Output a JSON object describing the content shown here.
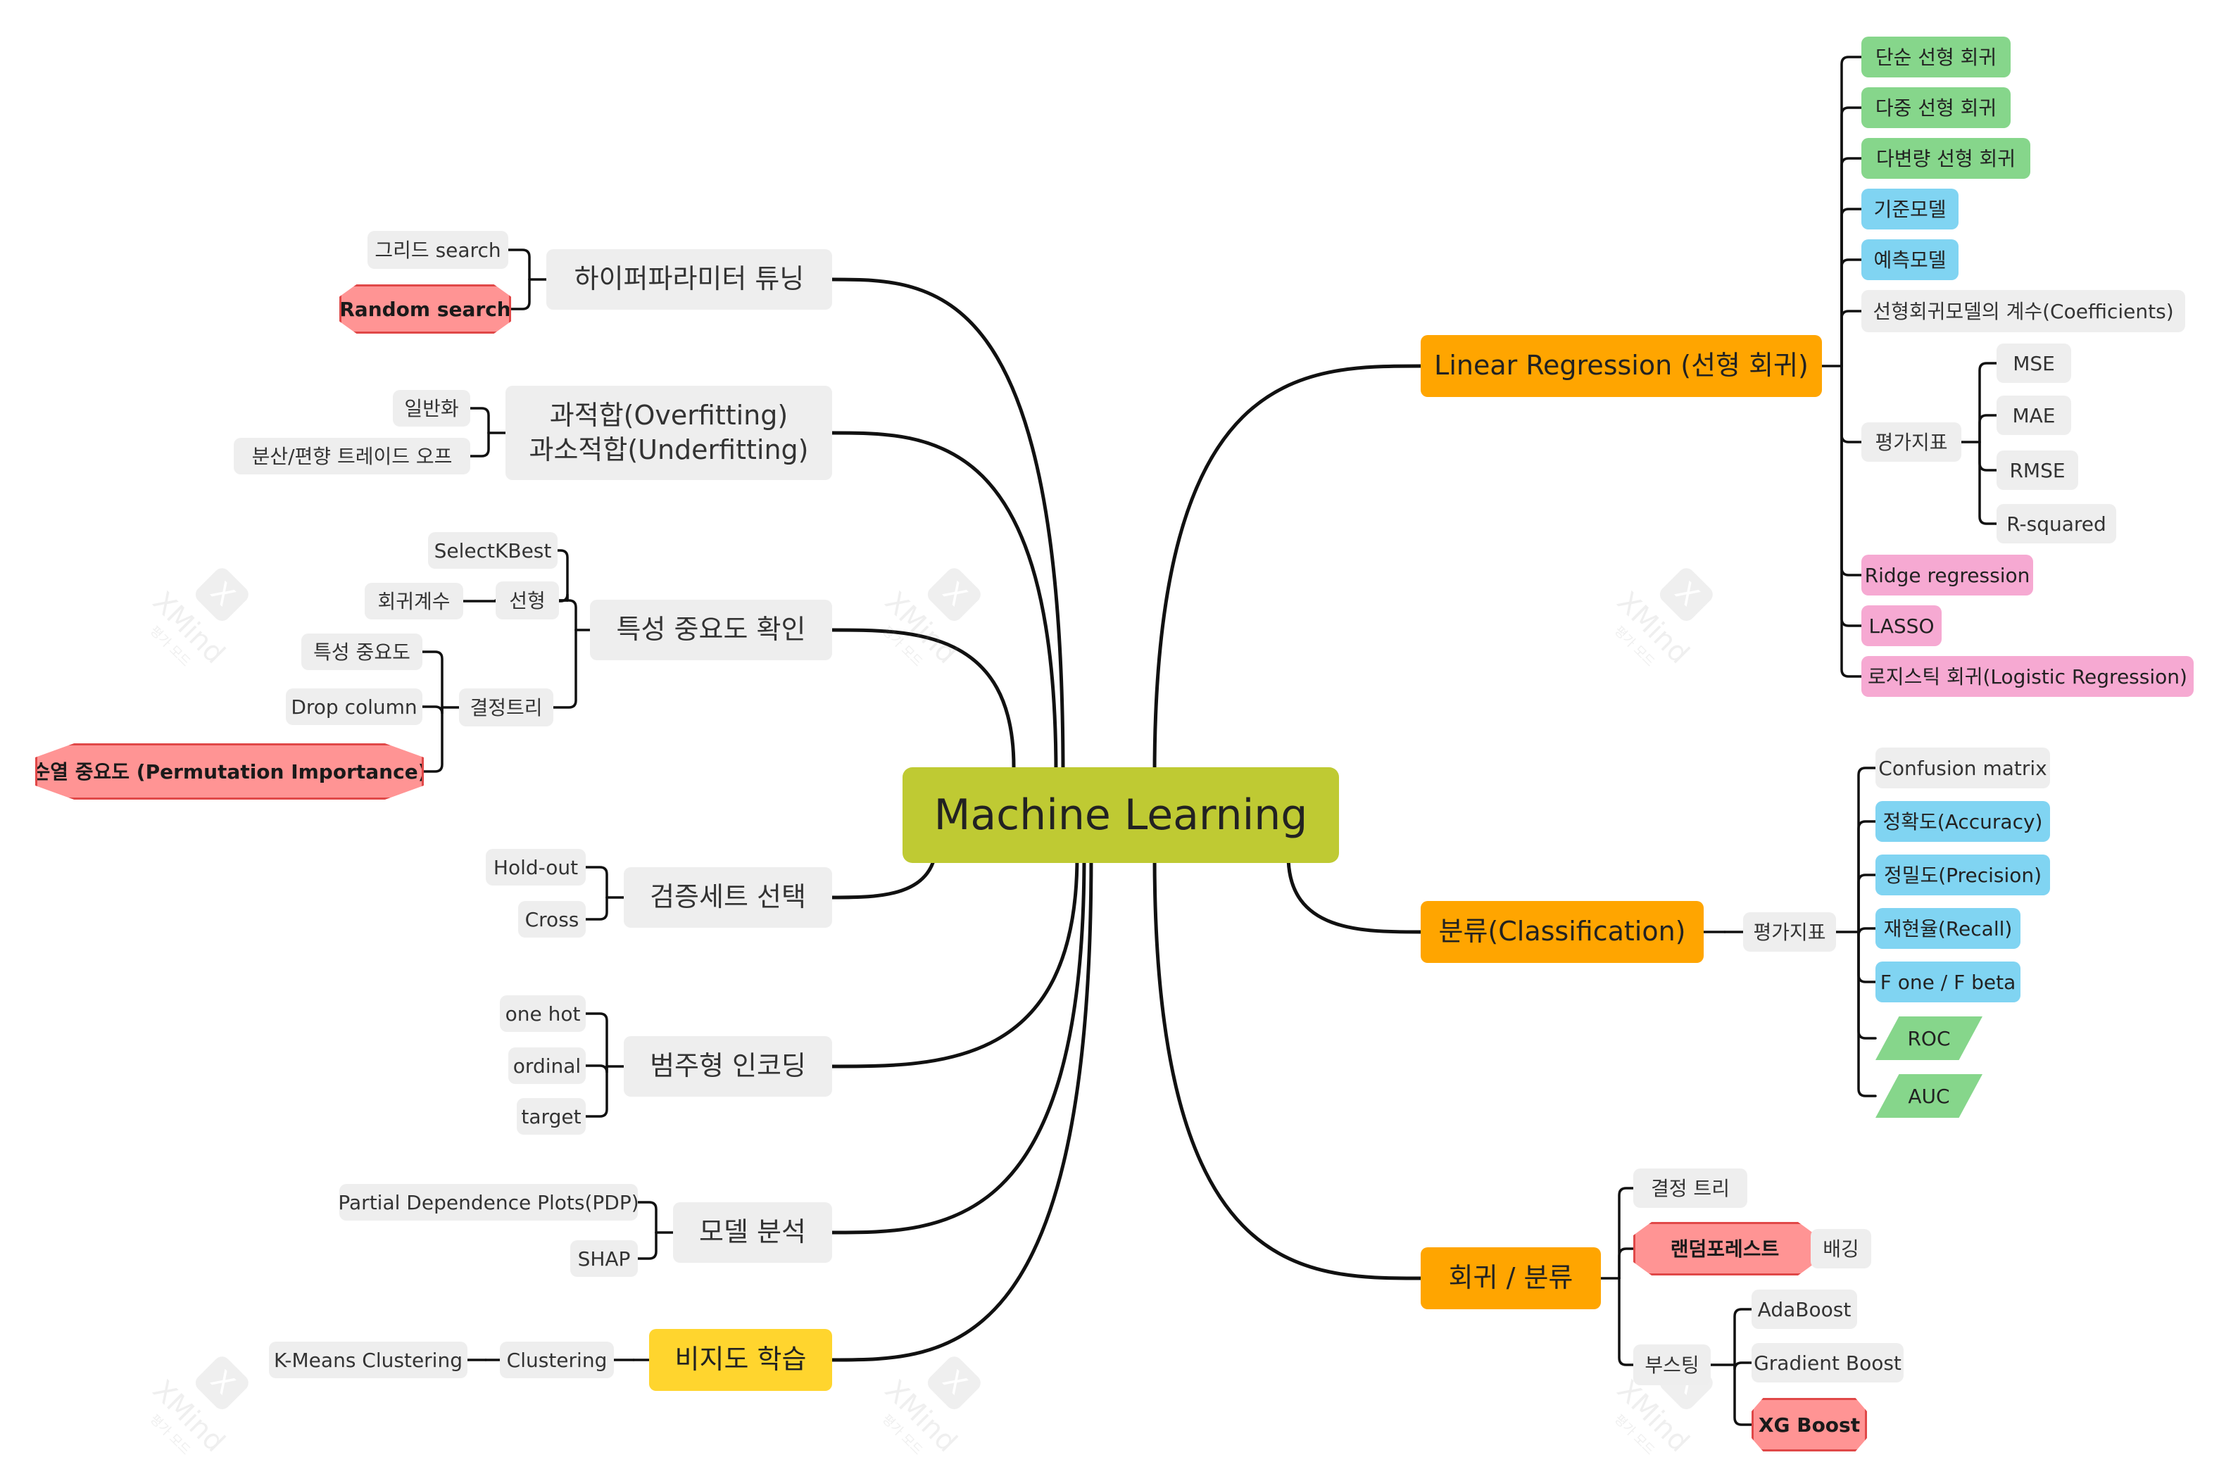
{
  "root": "Machine Learning",
  "left": {
    "hyper": {
      "label": "하이퍼파라미터 튜닝",
      "children": [
        "그리드 search",
        "Random search"
      ]
    },
    "fit": {
      "label_line1": "과적합(Overfitting)",
      "label_line2": "과소적합(Underfitting)",
      "children": [
        "일반화",
        "분산/편향 트레이드 오프"
      ]
    },
    "feat": {
      "label": "특성 중요도 확인",
      "linear": {
        "label": "선형",
        "children": [
          "SelectKBest",
          "회귀계수"
        ]
      },
      "tree": {
        "label": "결정트리",
        "children": [
          "특성 중요도",
          "Drop column",
          "순열 중요도 (Permutation Importance)"
        ]
      }
    },
    "valid": {
      "label": "검증세트 선택",
      "children": [
        "Hold-out",
        "Cross"
      ]
    },
    "enc": {
      "label": "범주형 인코딩",
      "children": [
        "one hot",
        "ordinal",
        "target"
      ]
    },
    "model": {
      "label": "모델 분석",
      "children": [
        "Partial Dependence Plots(PDP)",
        "SHAP"
      ]
    },
    "unsup": {
      "label": "비지도 학습",
      "clustering": "Clustering",
      "kmeans": "K-Means Clustering"
    }
  },
  "right": {
    "linreg": {
      "label": "Linear Regression (선형 회귀)",
      "children": [
        "단순 선형 회귀",
        "다중 선형 회귀",
        "다변량 선형 회귀",
        "기준모델",
        "예측모델",
        "선형회귀모델의 계수(Coefficients)"
      ],
      "metrics": {
        "label": "평가지표",
        "children": [
          "MSE",
          "MAE",
          "RMSE",
          "R-squared"
        ]
      },
      "extra": [
        "Ridge regression",
        "LASSO",
        "로지스틱 회귀(Logistic Regression)"
      ]
    },
    "cls": {
      "label": "분류(Classification)",
      "metrics": {
        "label": "평가지표",
        "children": [
          "Confusion matrix",
          "정확도(Accuracy)",
          "정밀도(Precision)",
          "재현율(Recall)",
          "F one / F beta",
          "ROC",
          "AUC"
        ]
      }
    },
    "regcls": {
      "label": "회귀 / 분류",
      "dtree": "결정 트리",
      "rf": {
        "label": "랜덤포레스트",
        "child": "배깅"
      },
      "boost": {
        "label": "부스팅",
        "children": [
          "AdaBoost",
          "Gradient Boost",
          "XG Boost"
        ]
      }
    }
  },
  "watermark": {
    "brand": "XMind",
    "sub": "평가 모드"
  },
  "colors": {
    "root": "#bfca33",
    "main_right": "#ffa500",
    "unsupervised": "#ffd52e",
    "green": "#86d68b",
    "blue": "#80d4f2",
    "pink": "#f6a9d2",
    "highlight_fill": "#ff9494",
    "highlight_border": "#e04848",
    "neutral": "#eeeeee",
    "line": "#111111"
  }
}
